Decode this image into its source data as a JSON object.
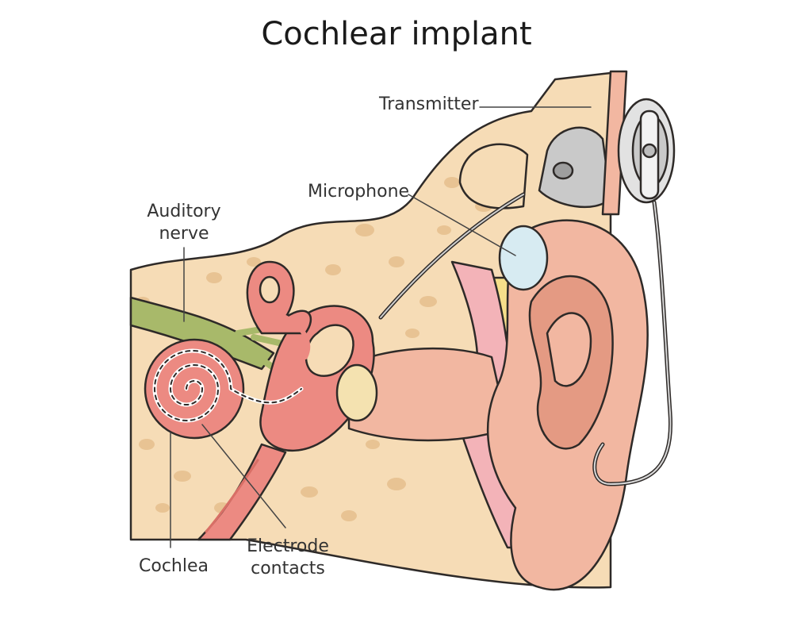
{
  "title": "Cochlear implant",
  "labels": {
    "transmitter": "Transmitter",
    "microphone": "Microphone",
    "auditory_nerve": [
      "Auditory",
      "nerve"
    ],
    "electrode_contacts": [
      "Electrode",
      "contacts"
    ],
    "cochlea": "Cochlea"
  },
  "colors": {
    "bone": "#f6dcb6",
    "bone_spot": "#e8c393",
    "skin": "#f2b7a1",
    "skin_dark": "#e49a83",
    "inner_ear": "#ec8a82",
    "inner_ear_dark": "#d96f66",
    "nerve": "#a8b96a",
    "device_gray": "#c9c9c9",
    "mic_blue": "#d7ebf2",
    "fat_yellow": "#f6df8a",
    "pink_layer": "#f3b3b8",
    "outline": "#2e2a28"
  }
}
